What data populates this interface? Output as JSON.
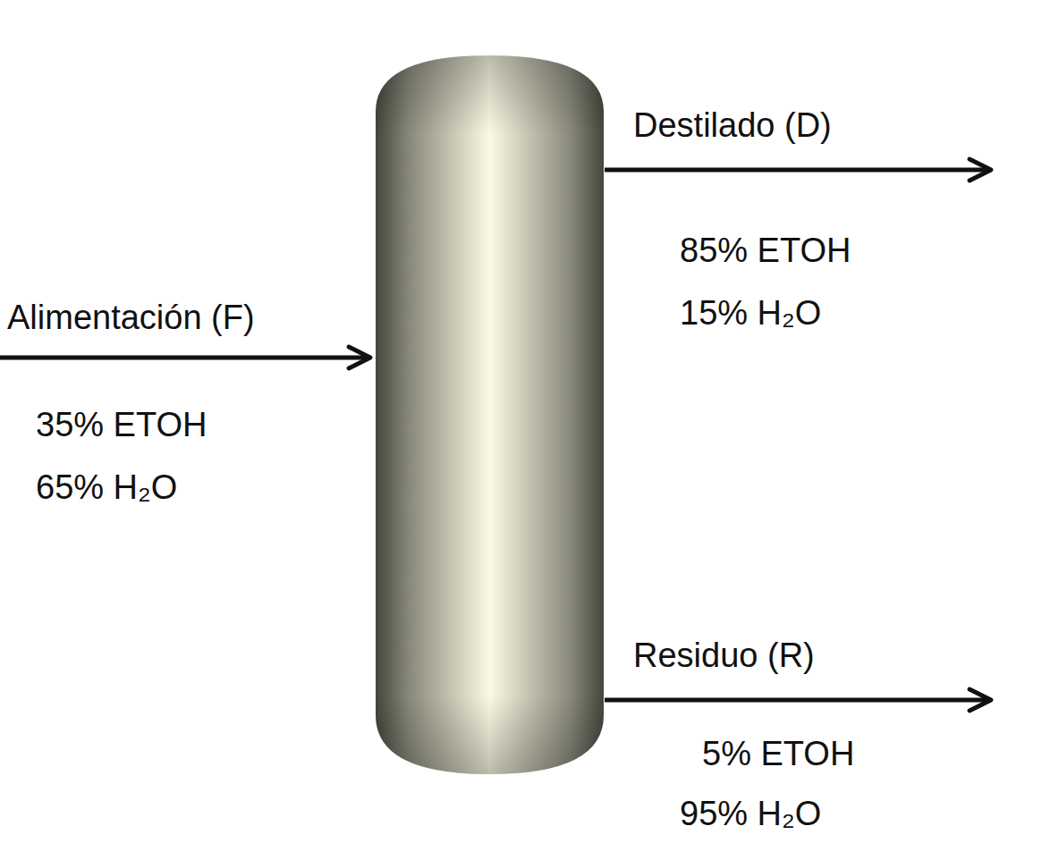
{
  "diagram": {
    "labels": [
      "Alimentación (F)",
      "35% ETOH",
      "65% H₂O",
      "Destilado (D)",
      "85% ETOH",
      "15% H₂O",
      "Residuo (R)",
      "5% ETOH",
      "95% H₂O"
    ]
  }
}
